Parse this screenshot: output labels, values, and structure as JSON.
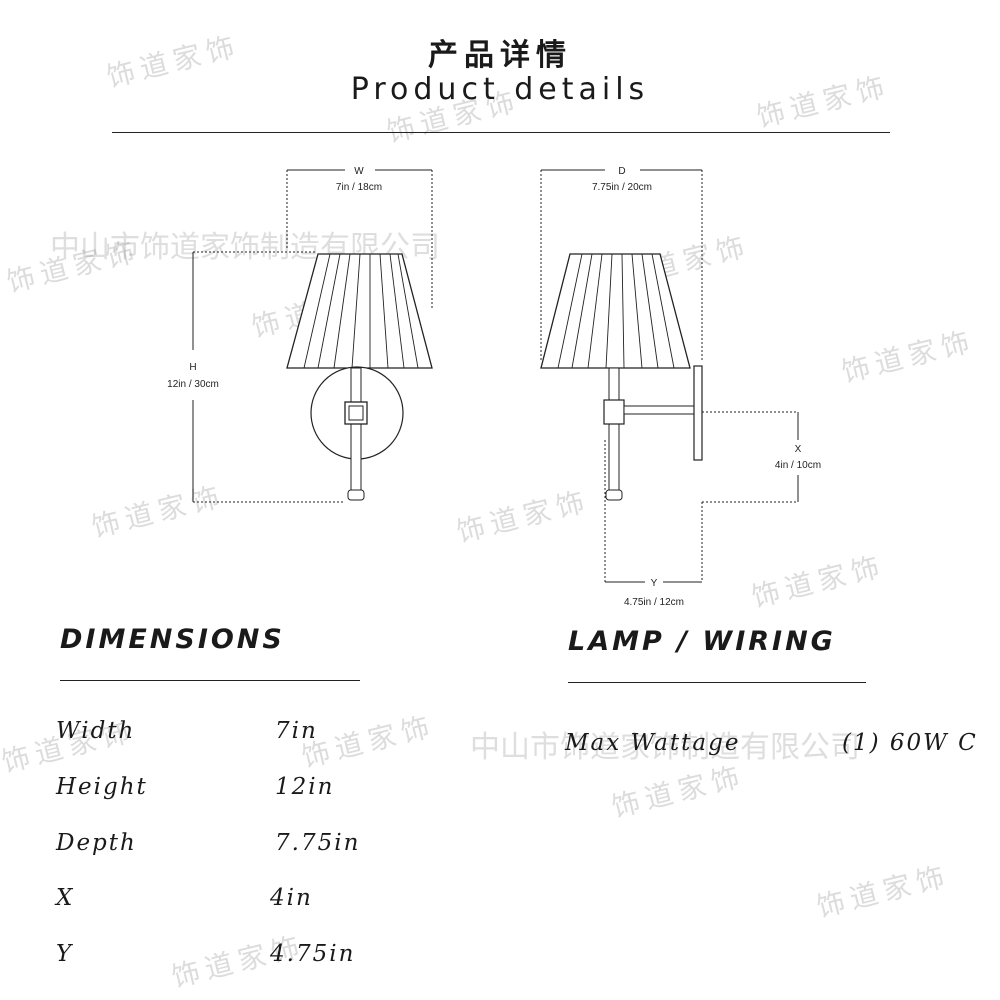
{
  "header": {
    "title_cn": "产品详情",
    "title_en": "Product details"
  },
  "diagram": {
    "front": {
      "width_letter": "W",
      "width_value": "7in / 18cm",
      "height_letter": "H",
      "height_value": "12in / 30cm"
    },
    "side": {
      "depth_letter": "D",
      "depth_value": "7.75in / 20cm",
      "x_letter": "X",
      "x_value": "4in / 10cm",
      "y_letter": "Y",
      "y_value": "4.75in / 12cm"
    }
  },
  "dimensions": {
    "title": "DIMENSIONS",
    "rows": [
      {
        "label": "Width",
        "value": "7in"
      },
      {
        "label": "Height",
        "value": "12in"
      },
      {
        "label": "Depth",
        "value": "7.75in"
      },
      {
        "label": "X",
        "value": "4in"
      },
      {
        "label": "Y",
        "value": "4.75in"
      }
    ]
  },
  "lamp": {
    "title": "LAMP / WIRING",
    "rows": [
      {
        "label": "Max Wattage",
        "value": "(1) 60W C"
      }
    ]
  },
  "watermarks": {
    "short": "饰道家饰",
    "long": "中山市饰道家饰制造有限公司"
  }
}
